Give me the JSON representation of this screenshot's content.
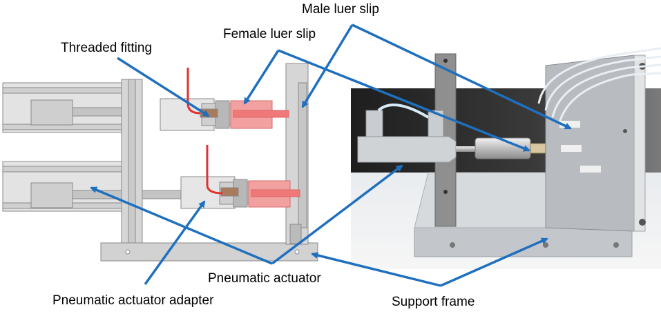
{
  "labels": {
    "male_luer_slip": "Male luer slip",
    "female_luer_slip": "Female luer slip",
    "threaded_fitting": "Threaded fitting",
    "pneumatic_actuator": "Pneumatic actuator",
    "pneumatic_actuator_adapter": "Pneumatic actuator adapter",
    "support_frame": "Support frame"
  },
  "colors": {
    "arrow": "#1f6fbf",
    "cad_gray": "#d9d9d9",
    "cad_edge": "#8a8a8a",
    "luer_red": "#f08a8a",
    "tube_red": "#e23030",
    "photo_aluminum": "#c8ccd0",
    "photo_bg": "#2b2b2b"
  }
}
